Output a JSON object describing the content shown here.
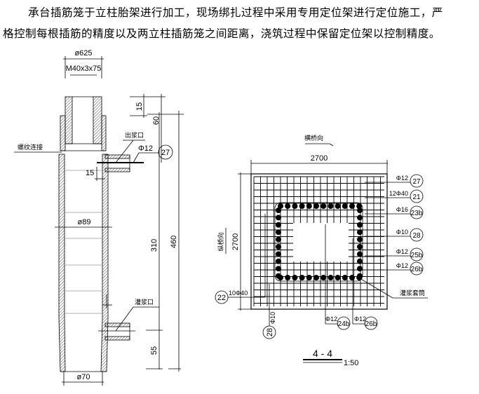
{
  "paragraph": {
    "line1": "承台插筋笼于立柱胎架进行加工，现场绑扎过程中采用专用定位架进行定位施工，严",
    "line2": "格控制每根插筋的精度以及两立柱插筋笼之间距离，浇筑过程中保留定位架以控制精度。"
  },
  "sleeve_drawing": {
    "top_diameter": "ø625",
    "thread_spec": "M40x3x75",
    "thread_connection_label": "螺纹连接",
    "outlet_label": "出浆口",
    "bar_label": "Φ12",
    "bar_tag": "27",
    "dim_15_top": "15",
    "dim_60": "60",
    "dim_15_side": "15",
    "body_diameter": "ø89",
    "dim_310": "310",
    "dim_460": "460",
    "grout_inlet_label": "灌浆口",
    "dim_55": "55",
    "bottom_diameter": "ø70"
  },
  "section_drawing": {
    "transverse_label": "横桥向",
    "longitudinal_label": "纵桥向",
    "width_dim": "2700",
    "height_dim": "2700",
    "callouts": [
      {
        "spec": "Φ12",
        "tag": "27"
      },
      {
        "spec": "12Φ40",
        "tag": "21"
      },
      {
        "spec": "Φ16",
        "tag": "23b"
      },
      {
        "spec": "Φ10",
        "tag": "28"
      },
      {
        "spec": "Φ12",
        "tag": "25b"
      },
      {
        "spec": "Φ12",
        "tag": "26b"
      }
    ],
    "sleeve_label": "灌浆套筒",
    "left_callout": {
      "spec": "10Φ40",
      "tag": "22"
    },
    "bottom_callouts": [
      {
        "spec": "Φ10",
        "tag": "28"
      },
      {
        "spec": "Φ12",
        "tag": "24b"
      },
      {
        "spec": "Φ12",
        "tag": "26b"
      }
    ],
    "section_title": "4 - 4",
    "scale": "1:50"
  }
}
